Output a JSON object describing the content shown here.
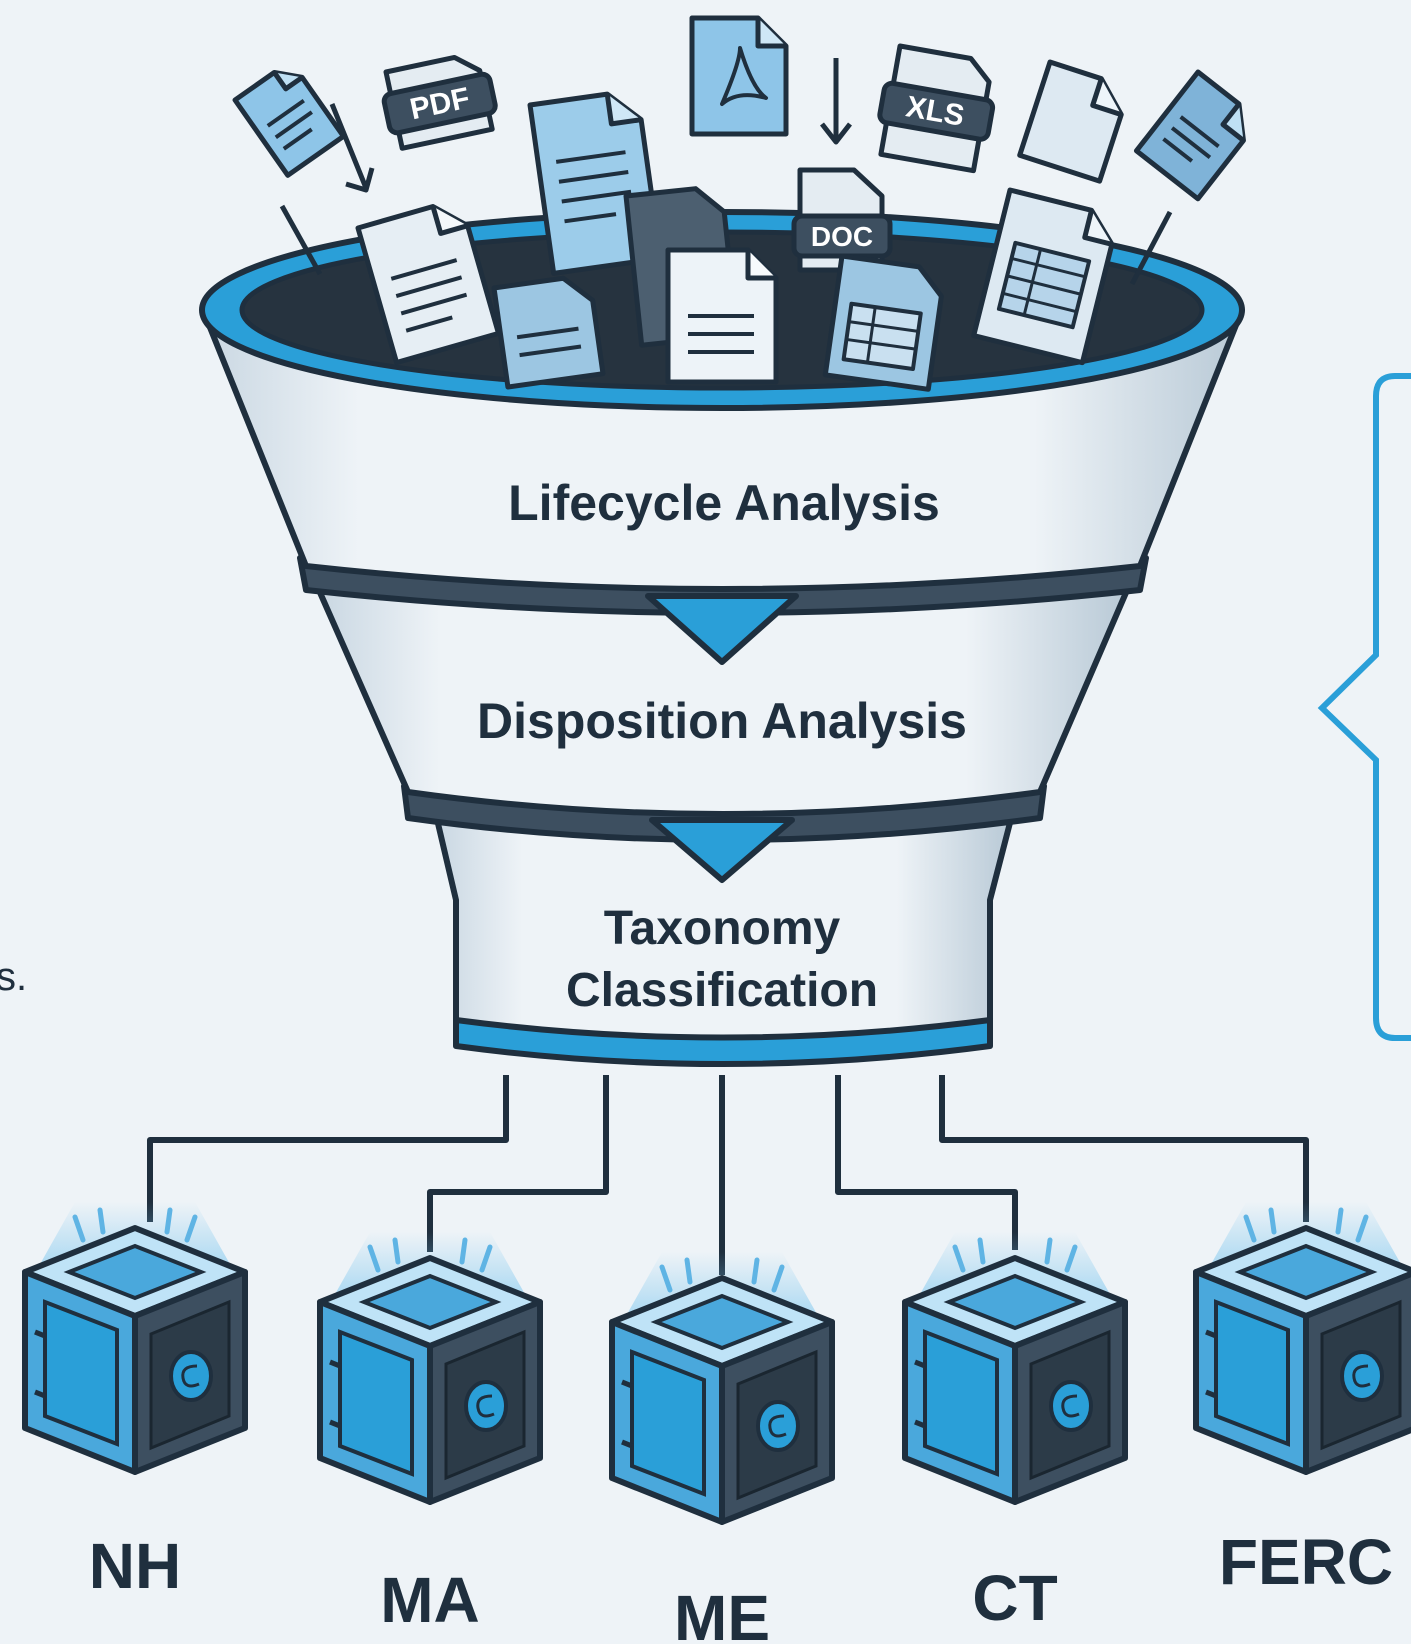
{
  "stages": [
    {
      "id": "lifecycle",
      "label": "Lifecycle Analysis"
    },
    {
      "id": "disposition",
      "label": "Disposition Analysis"
    },
    {
      "id": "taxonomy",
      "label_line1": "Taxonomy",
      "label_line2": "Classification"
    }
  ],
  "doc_tags": {
    "pdf": "PDF",
    "xls": "XLS",
    "doc": "DOC"
  },
  "outputs": [
    "NH",
    "MA",
    "ME",
    "CT",
    "FERC"
  ],
  "left_fragment": "s.",
  "colors": {
    "background": "#eef3f7",
    "accent": "#2a9fd8",
    "ink": "#1f2f3e",
    "paper": "#d6e6f2",
    "vault": "#4aa8dc"
  }
}
